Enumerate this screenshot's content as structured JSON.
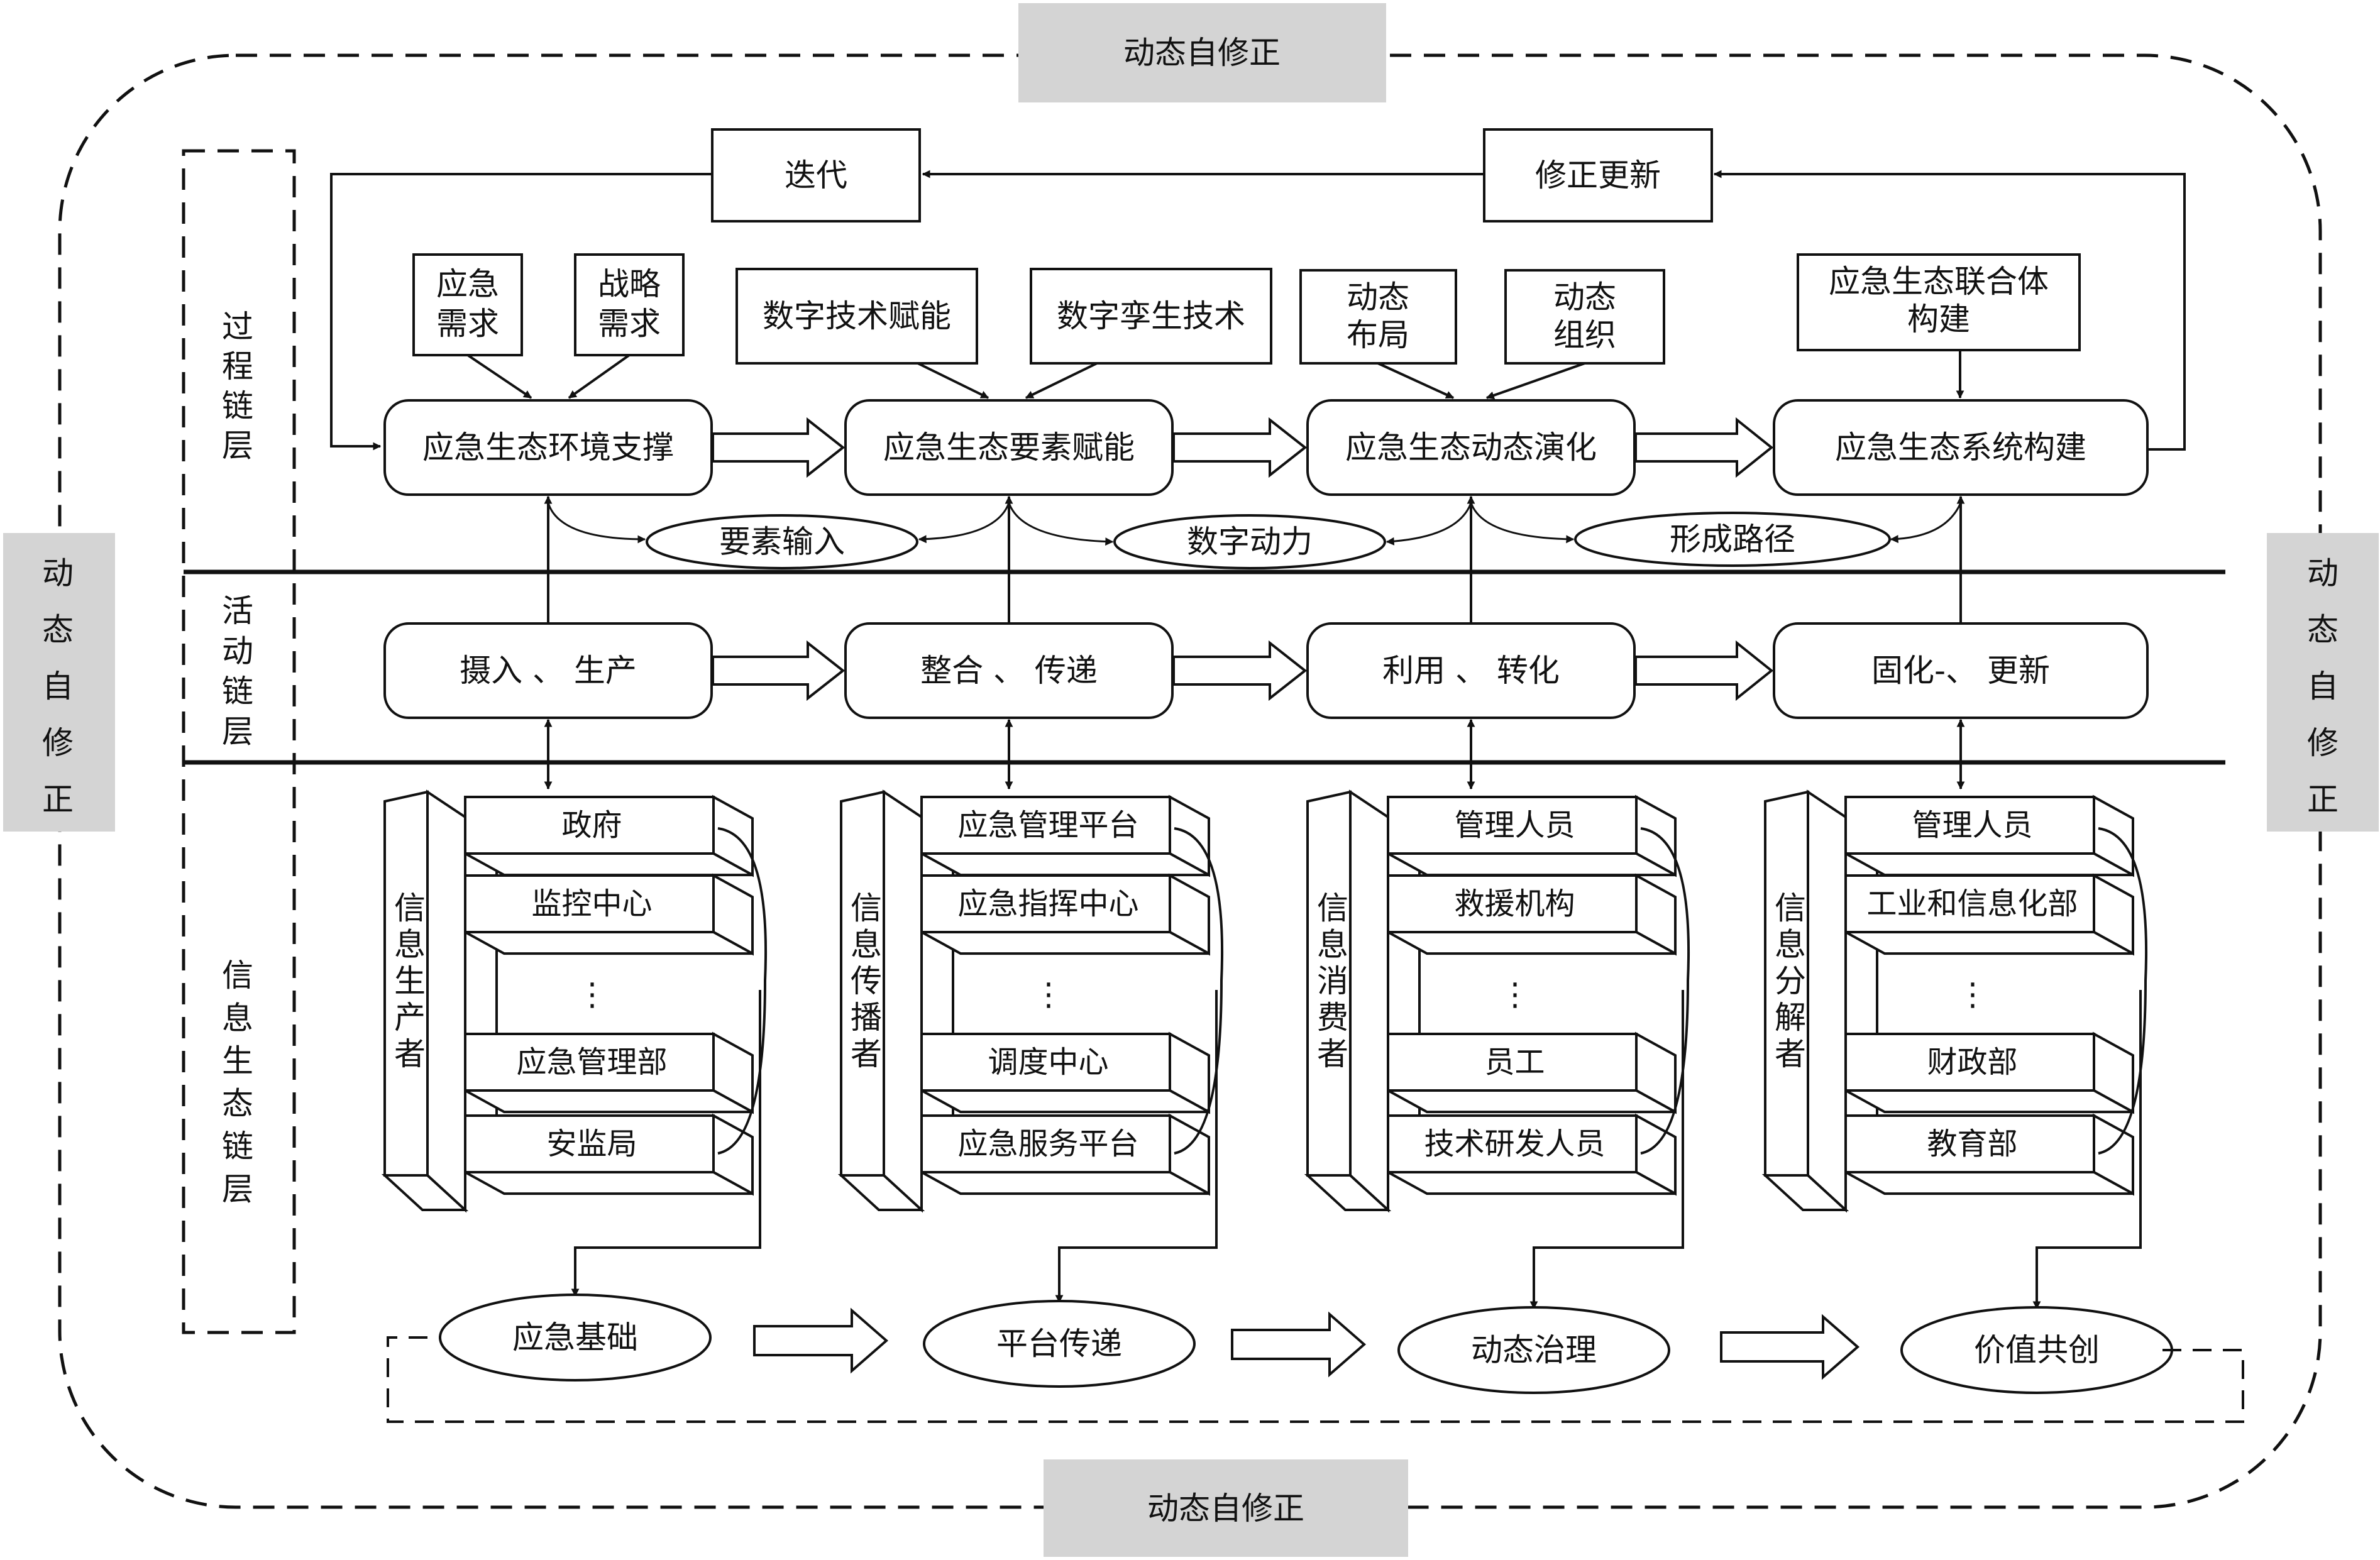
{
  "self_correct": {
    "top": "动态自修正",
    "bottom": "动态自修正",
    "left": [
      "动",
      "态",
      "自",
      "修",
      "正"
    ],
    "right": [
      "动",
      "态",
      "自",
      "修",
      "正"
    ]
  },
  "layers": {
    "process": [
      "过",
      "程",
      "链",
      "层"
    ],
    "activity": [
      "活",
      "动",
      "链",
      "层"
    ],
    "info": [
      "信",
      "息",
      "生",
      "态",
      "链",
      "层"
    ]
  },
  "process": {
    "iterate": "迭代",
    "update": "修正更新",
    "demand1": [
      "应急",
      "需求"
    ],
    "demand2": [
      "战略",
      "需求"
    ],
    "tech1": "数字技术赋能",
    "tech2": "数字孪生技术",
    "dyn1": [
      "动态",
      "布局"
    ],
    "dyn2": [
      "动态",
      "组织"
    ],
    "federation": [
      "应急生态联合体",
      "构建"
    ],
    "stages": [
      "应急生态环境支撑",
      "应急生态要素赋能",
      "应急生态动态演化",
      "应急生态系统构建"
    ],
    "ellipses": [
      "要素输入",
      "数字动力",
      "形成路径"
    ]
  },
  "activity": {
    "stages": [
      "摄入 、 生产",
      "整合 、 传递",
      "利用 、 转化",
      "固化-、 更新"
    ]
  },
  "info_groups": [
    {
      "side": [
        "信",
        "息",
        "生",
        "产",
        "者"
      ],
      "items": [
        "政府",
        "监控中心",
        "应急管理部",
        "安监局"
      ],
      "dots": "⋮"
    },
    {
      "side": [
        "信",
        "息",
        "传",
        "播",
        "者"
      ],
      "items": [
        "应急管理平台",
        "应急指挥中心",
        "调度中心",
        "应急服务平台"
      ],
      "dots": "⋮"
    },
    {
      "side": [
        "信",
        "息",
        "消",
        "费",
        "者"
      ],
      "items": [
        "管理人员",
        "救援机构",
        "员工",
        "技术研发人员"
      ],
      "dots": "⋮"
    },
    {
      "side": [
        "信",
        "息",
        "分",
        "解",
        "者"
      ],
      "items": [
        "管理人员",
        "工业和信息化部",
        "财政部",
        "教育部"
      ],
      "dots": "⋮"
    }
  ],
  "outcomes": [
    "应急基础",
    "平台传递",
    "动态治理",
    "价值共创"
  ]
}
